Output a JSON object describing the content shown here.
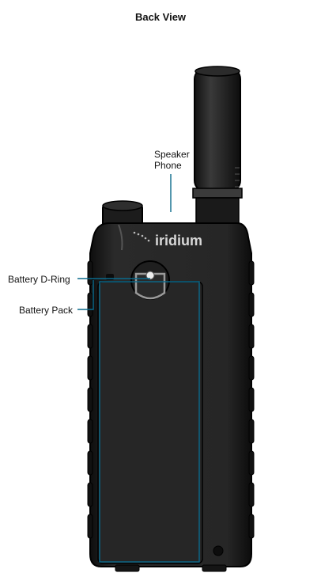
{
  "title": "Back View",
  "labels": {
    "speaker_line1": "Speaker",
    "speaker_line2": "Phone",
    "battery_dring": "Battery D-Ring",
    "battery_pack": "Battery Pack",
    "brand": "iridium"
  },
  "colors": {
    "callout": "#0a6a8c",
    "body": "#1d1d1d",
    "panel": "#2a2a2a"
  }
}
